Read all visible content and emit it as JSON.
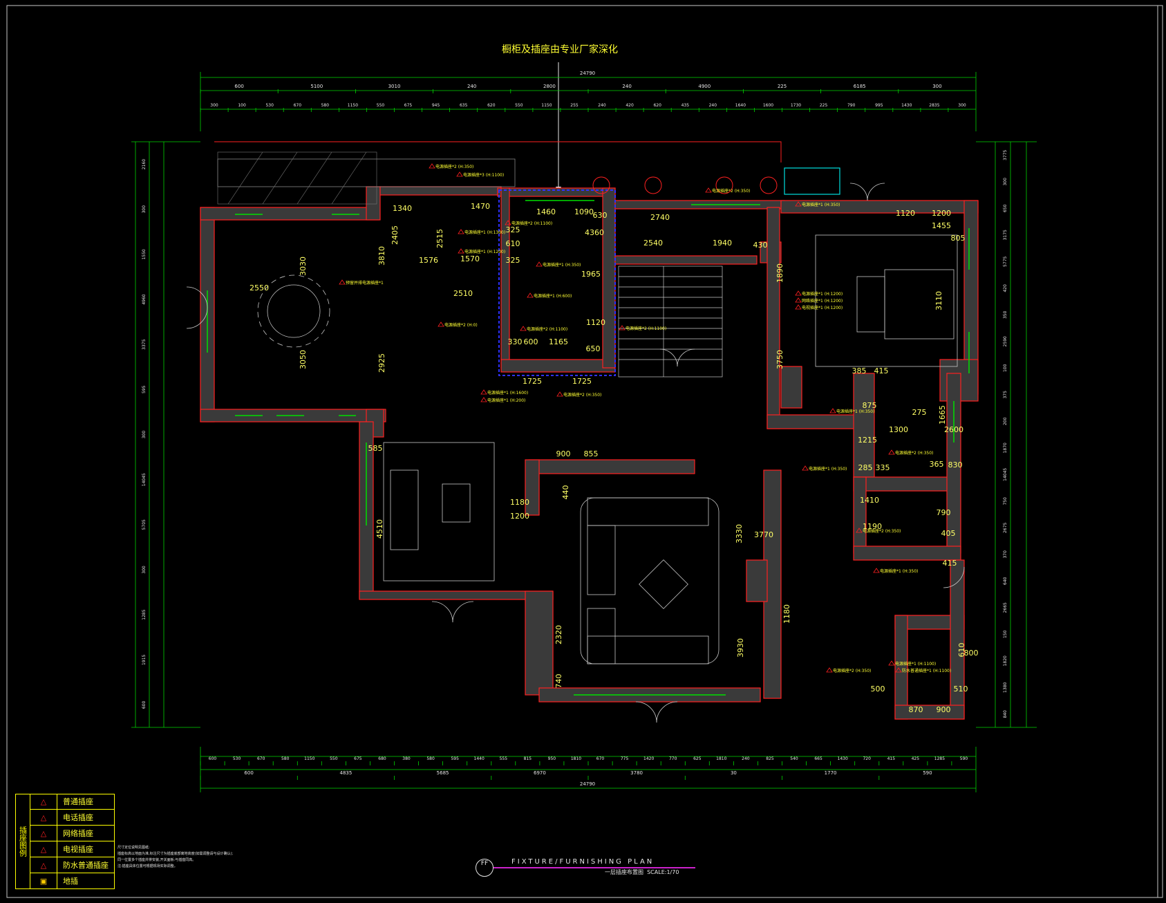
{
  "drawing": {
    "callout_note": "橱柜及插座由专业厂家深化",
    "title_en": "FIXTURE/FURNISHING PLAN",
    "title_cn": "一层插座布置图",
    "scale": "SCALE:1/70",
    "drawing_code": "FF",
    "colors": {
      "walls": "#ff2020",
      "dims": "#00e000",
      "text": "#ffff33",
      "lines": "#e6e6e6",
      "highlight": "#2020ff"
    }
  },
  "dims_top_total": "24790",
  "dims_top_row1": [
    "600",
    "5100",
    "3010",
    "240",
    "2800",
    "240",
    "4900",
    "225",
    "6185",
    "300"
  ],
  "dims_top_row2": [
    "300",
    "100",
    "530",
    "670",
    "580",
    "1150",
    "550",
    "675",
    "945",
    "635",
    "620",
    "550",
    "1150",
    "255",
    "240",
    "420",
    "620",
    "435",
    "240",
    "1640",
    "1600",
    "1730",
    "225",
    "790",
    "995",
    "1430",
    "2835",
    "300"
  ],
  "dims_bottom_row1": [
    "600",
    "530",
    "670",
    "580",
    "1150",
    "550",
    "675",
    "680",
    "380",
    "580",
    "595",
    "1440",
    "555",
    "815",
    "950",
    "1810",
    "670",
    "775",
    "1420",
    "770",
    "625",
    "1810",
    "240",
    "825",
    "540",
    "665",
    "1430",
    "720",
    "415",
    "425",
    "1285",
    "590"
  ],
  "dims_bottom_row2": [
    "600",
    "4835",
    "5685",
    "6970",
    "3780",
    "30",
    "1770",
    "590"
  ],
  "dims_bottom_total": "24790",
  "dims_left": [
    "2160",
    "300",
    "1550",
    "4960",
    "3375",
    "595",
    "300",
    "14045",
    "5705",
    "300",
    "1285",
    "1915",
    "600"
  ],
  "dims_right": [
    "3775",
    "300",
    "650",
    "3175",
    "5775",
    "420",
    "350",
    "2590",
    "100",
    "375",
    "200",
    "1870",
    "14045",
    "750",
    "2675",
    "370",
    "640",
    "2665",
    "150",
    "1820",
    "1380",
    "840"
  ],
  "room_dims": [
    "1340",
    "1470",
    "1460",
    "1090",
    "630",
    "2740",
    "1120",
    "1200",
    "2405",
    "2515",
    "3810",
    "1576",
    "1570",
    "3030",
    "2550",
    "3050",
    "2925",
    "2510",
    "325",
    "610",
    "325",
    "4360",
    "1965",
    "1120",
    "330",
    "600",
    "1165",
    "650",
    "1725",
    "1725",
    "2540",
    "1940",
    "430",
    "1890",
    "3750",
    "3110",
    "1455",
    "805",
    "385",
    "415",
    "875",
    "1215",
    "1665",
    "275",
    "1300",
    "2600",
    "285",
    "335",
    "365",
    "830",
    "585",
    "4510",
    "900",
    "855",
    "1180",
    "1200",
    "440",
    "3330",
    "3770",
    "1410",
    "1190",
    "790",
    "405",
    "415",
    "1180",
    "2320",
    "3930",
    "740",
    "610",
    "800",
    "500",
    "870",
    "900",
    "510"
  ],
  "socket_labels": [
    "电源插座*2 (H:350)",
    "电源插座*3 (H:1100)",
    "电源插座*2 (H:1100)",
    "电源插座*1 (H:1300)",
    "电源插座*1 (H:1200)",
    "电源插座*1 (H:350)",
    "预留并排电源插座*1",
    "电源插座*2 (H:0)",
    "电源插座*1 (H:600)",
    "电源插座*2 (H:1100)",
    "电源插座*1 (H:1600)",
    "电源插座*1 (H:200)",
    "电源插座*2 (H:350)",
    "电源插座*2 (H:1100)",
    "电源插座*2 (H:350)",
    "电源插座*1 (H:350)",
    "电源插座*1 (H:1200)",
    "网络插座*1 (H:1200)",
    "电视插座*1 (H:1200)",
    "电源插座*1 (H:350)",
    "电源插座*2 (H:350)",
    "电源插座*1 (H:350)",
    "电源插座*2 (H:350)",
    "电源插座*1 (H:350)",
    "电源插座*2 (H:350)",
    "电源插座*1 (H:1100)",
    "防水普通插座*1 (H:1100)"
  ],
  "legend": {
    "heading": "插座图例",
    "rows": [
      {
        "icon": "power-socket-icon",
        "label": "普通插座"
      },
      {
        "icon": "phone-socket-icon",
        "label": "电话插座"
      },
      {
        "icon": "network-socket-icon",
        "label": "网络插座"
      },
      {
        "icon": "tv-socket-icon",
        "label": "电视插座"
      },
      {
        "icon": "waterproof-socket-icon",
        "label": "防水普通插座"
      },
      {
        "icon": "floor-socket-icon",
        "label": "地插"
      }
    ]
  },
  "notes": [
    "尺寸定位说明见图纸:",
    "插座标高以地面为准,标注尺寸为插座底部离地高度(如需调整请与设计确认);",
    "同一位置多个插座并排安装,开关面板:与插座同高。",
    "注:插座具体位置可根据现场实际调整。"
  ]
}
